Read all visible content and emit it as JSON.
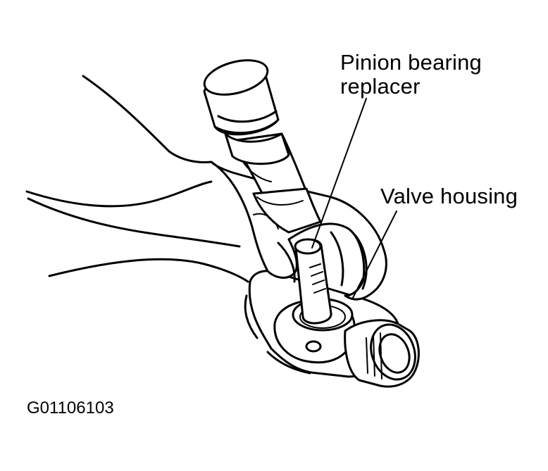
{
  "labels": {
    "pinion_line1": "Pinion bearing",
    "pinion_line2": "replacer",
    "valve": "Valve housing"
  },
  "figure_id": "G01106103",
  "illustration": {
    "style": "black line art",
    "parts": [
      "hammer",
      "hand",
      "pinion-bearing-replacer",
      "valve-housing"
    ]
  },
  "colors": {
    "ink": "#000000",
    "background": "#ffffff"
  }
}
